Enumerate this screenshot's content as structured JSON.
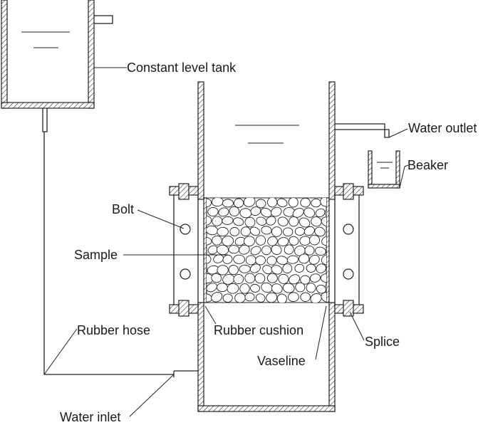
{
  "labels": {
    "constant_level_tank": "Constant level tank",
    "water_outlet": "Water outlet",
    "beaker": "Beaker",
    "bolt": "Bolt",
    "sample": "Sample",
    "rubber_hose": "Rubber hose",
    "rubber_cushion": "Rubber cushion",
    "splice": "Splice",
    "vaseline": "Vaseline",
    "water_inlet": "Water inlet"
  },
  "colors": {
    "line": "#222222",
    "background": "#ffffff"
  }
}
